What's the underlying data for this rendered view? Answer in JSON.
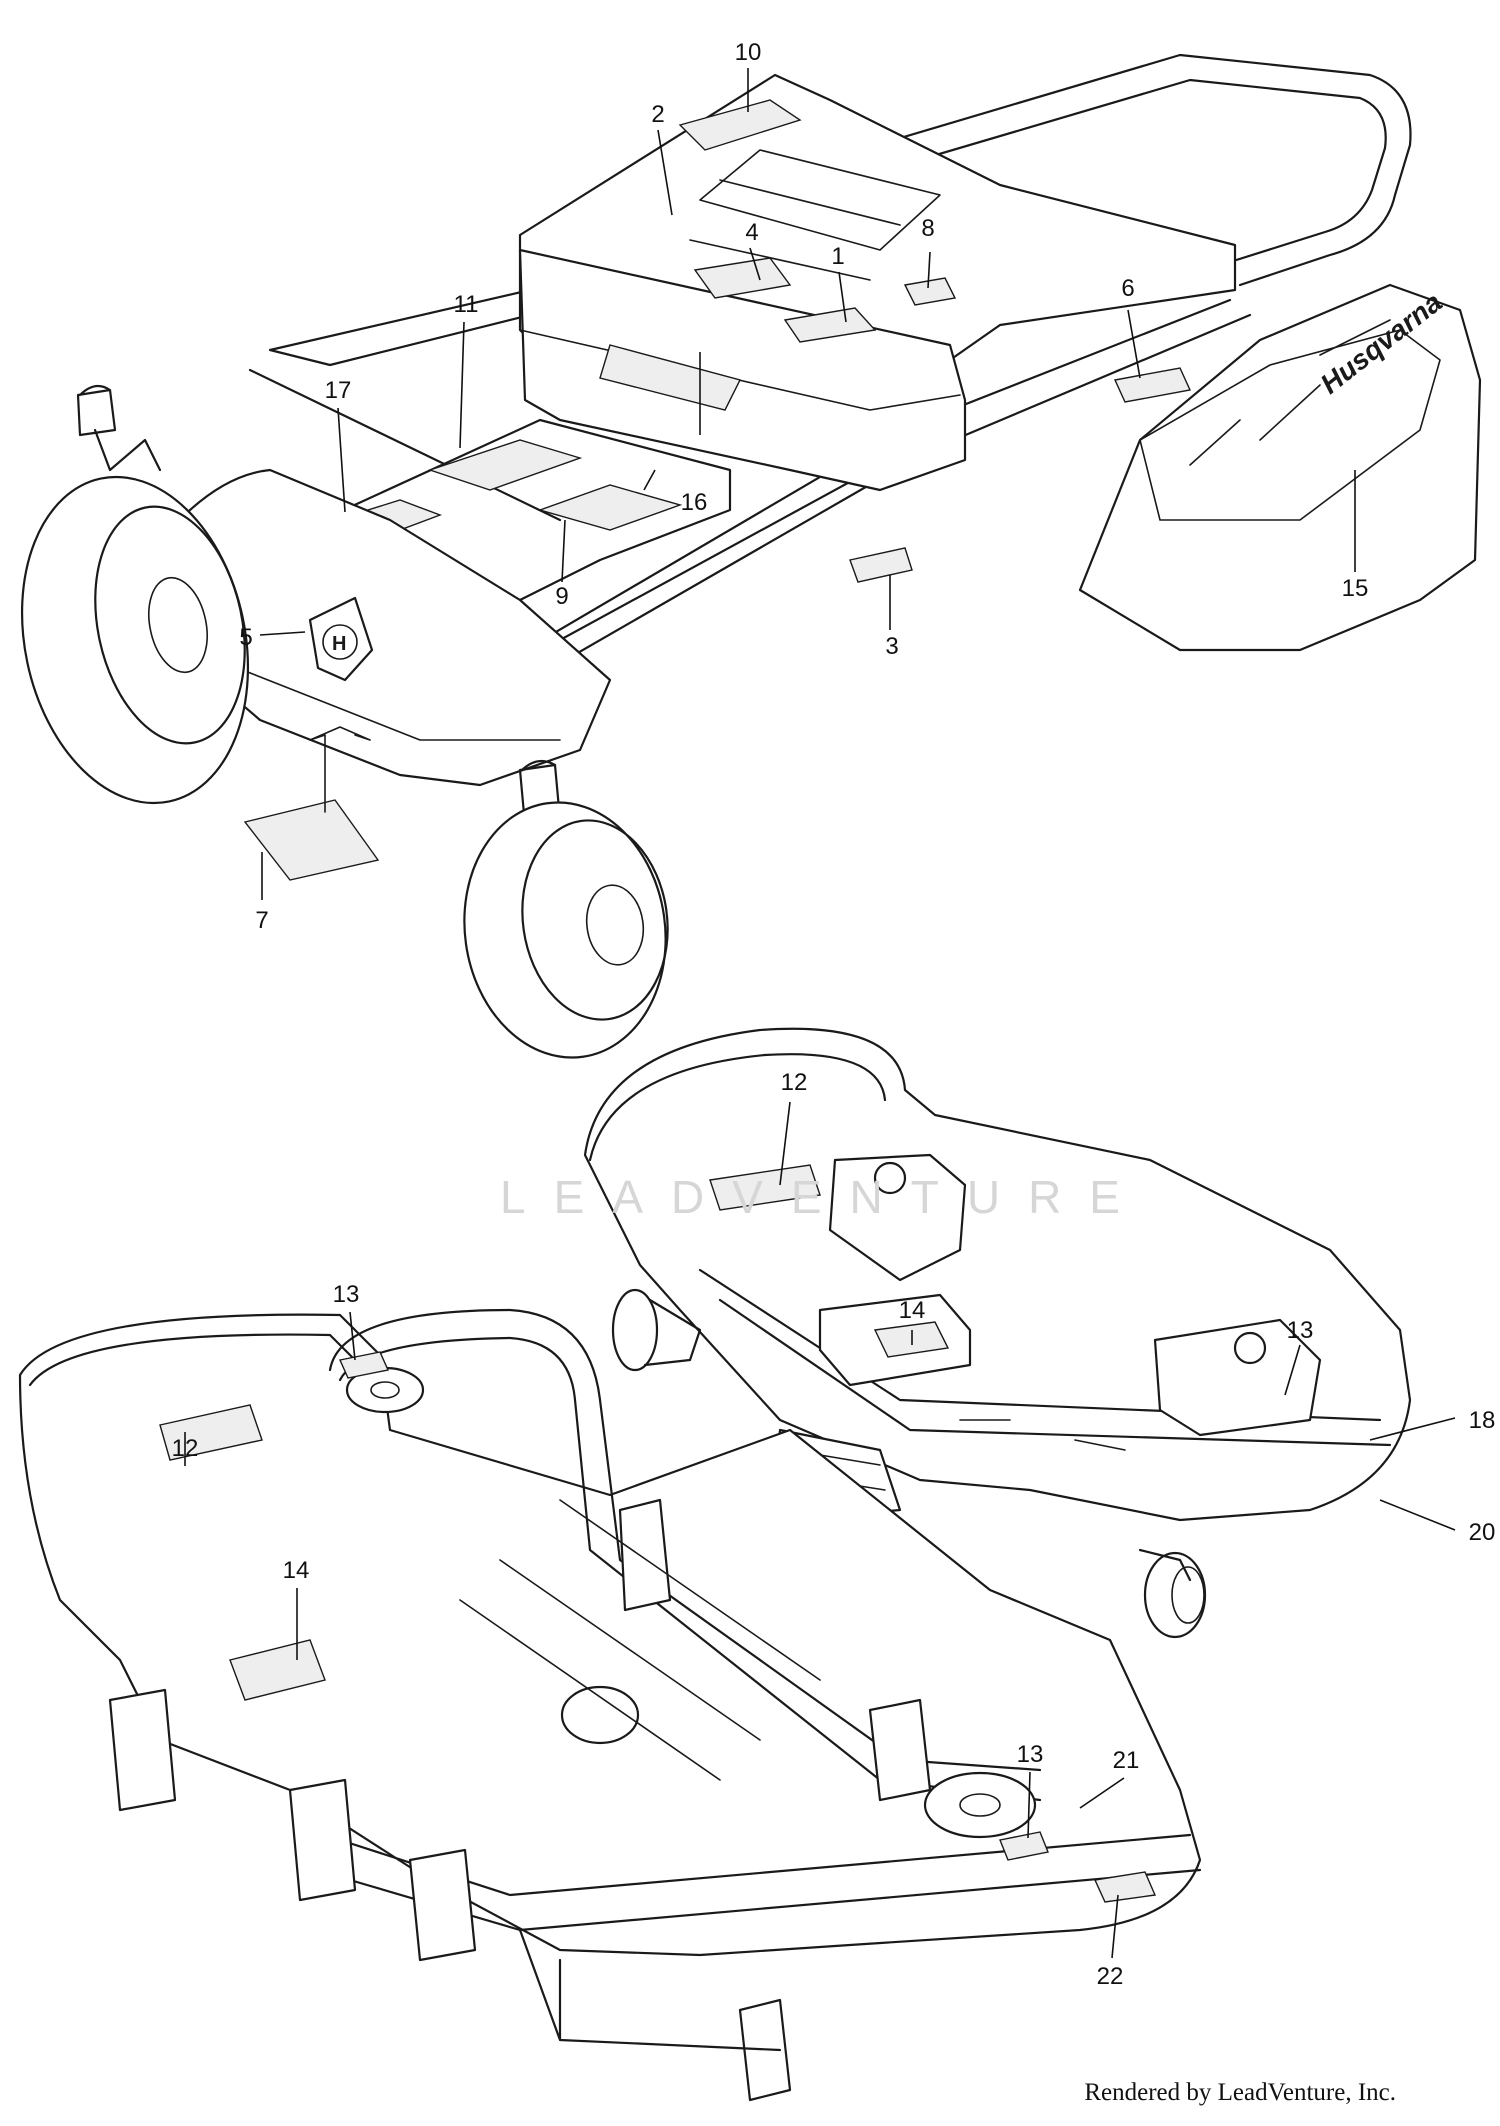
{
  "diagram": {
    "callouts": [
      {
        "id": "c1",
        "label": "1"
      },
      {
        "id": "c2",
        "label": "2"
      },
      {
        "id": "c3",
        "label": "3"
      },
      {
        "id": "c4",
        "label": "4"
      },
      {
        "id": "c5",
        "label": "5"
      },
      {
        "id": "c6",
        "label": "6"
      },
      {
        "id": "c7",
        "label": "7"
      },
      {
        "id": "c8",
        "label": "8"
      },
      {
        "id": "c9",
        "label": "9"
      },
      {
        "id": "c10",
        "label": "10"
      },
      {
        "id": "c11",
        "label": "11"
      },
      {
        "id": "c12a",
        "label": "12"
      },
      {
        "id": "c12b",
        "label": "12"
      },
      {
        "id": "c13a",
        "label": "13"
      },
      {
        "id": "c13b",
        "label": "13"
      },
      {
        "id": "c13c",
        "label": "13"
      },
      {
        "id": "c14a",
        "label": "14"
      },
      {
        "id": "c14b",
        "label": "14"
      },
      {
        "id": "c15",
        "label": "15"
      },
      {
        "id": "c16",
        "label": "16"
      },
      {
        "id": "c17",
        "label": "17"
      },
      {
        "id": "c18",
        "label": "18"
      },
      {
        "id": "c20",
        "label": "20"
      },
      {
        "id": "c21",
        "label": "21"
      },
      {
        "id": "c22",
        "label": "22"
      }
    ],
    "brand_logo_text": "Husqvarna",
    "watermark": "LEADVENTURE",
    "credit": "Rendered by LeadVenture, Inc."
  }
}
